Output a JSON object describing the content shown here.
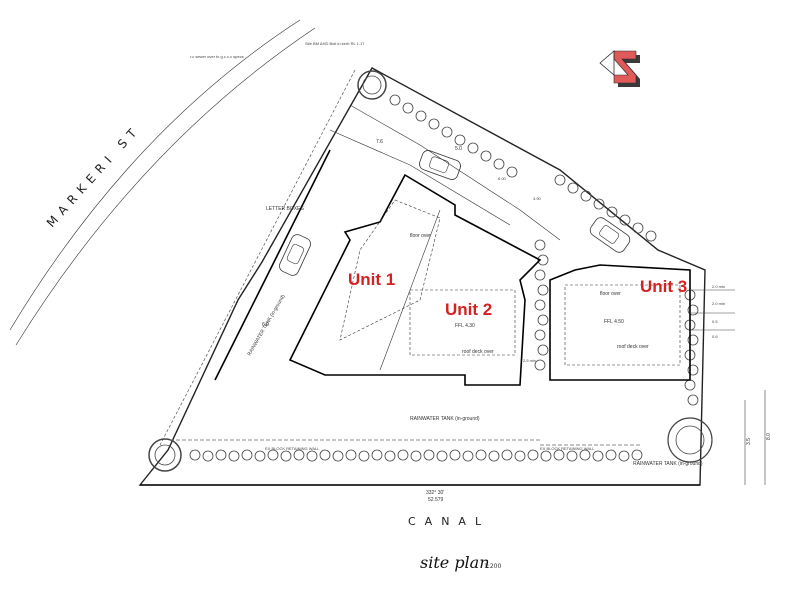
{
  "labels": {
    "street": "MARKERI ST",
    "canal": "CANAL",
    "title": "site plan",
    "scale": "1:200",
    "unit1": "Unit 1",
    "unit2": "Unit 2",
    "unit3": "Unit 3",
    "letter_boxes": "LETTER BOXES",
    "floor_over": "floor over",
    "ffl_unit2": "FFL 4.30",
    "ffl_unit3": "FFL 4.50",
    "roof_deck_unit2": "roof deck over",
    "roof_deck_unit3": "roof deck over",
    "rainwater_tank_1": "RAINWATER TANK (in-ground)",
    "rainwater_tank_2": "RAINWATER TANK (in-ground)",
    "rainwater_tank_3": "RAINWATER TANK (in-ground)",
    "retaining_wall_1": "EX BLOCK RETAINING WALL",
    "retaining_wall_2": "EX BLOCK RETAINING WALL",
    "boundary_bearing": "332° 30'",
    "boundary_length": "52.579",
    "side_dim_1": "8.0",
    "side_dim_2": "3.5",
    "dim_2min_a": "2.0 min",
    "dim_2min_b": "2.0 min",
    "dim_05": "0.5",
    "dim_06": "0.6",
    "dim_25min": "2.5 min",
    "dim_76": "7.6",
    "dim_60": "6.0",
    "dim_50": "5.0",
    "dim_390": "3.90",
    "dim_600": "6.00",
    "sewer_note": "r.c sewer over to g.c.c.c specs",
    "site_bm": "Site BM AHD Bolt in kerb RL 1.17"
  },
  "colors": {
    "unit_label": "#d32222",
    "north_arrow_red": "#e05a5a",
    "north_arrow_shadow": "#3a3a3a"
  },
  "icons": {
    "north_arrow": "north-arrow-icon"
  }
}
